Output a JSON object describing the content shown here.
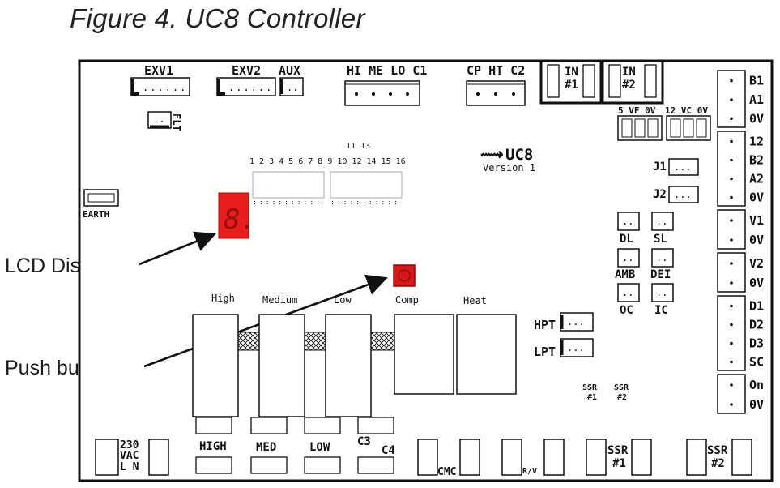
{
  "figure_title": "Figure 4. UC8 Controller",
  "callouts": {
    "lcd": "LCD Display",
    "push": "Push button"
  },
  "board": {
    "exv1": "EXV1",
    "exv2": "EXV2",
    "aux": "AUX",
    "flt": "FLT",
    "fan_hdr": "HI ME LO C1",
    "cp_hdr": "CP HT C2",
    "in1_a": "IN",
    "in1_b": "#1",
    "in2_a": "IN",
    "in2_b": "#2",
    "pwr5": "5 VF 0V",
    "pwr12": "12 VC 0V",
    "logo_name": "UC8",
    "logo_version": "Version 1",
    "earth": "EARTH",
    "dip_top": "11 13",
    "dip_nums": "1 2 3 4 5 6 7 8 9 10 12 14 15 16",
    "lcd_char": "8.",
    "j1": "J1",
    "j2": "J2",
    "dl": "DL",
    "sl": "SL",
    "amb": "AMB",
    "dei": "DEI",
    "oc": "OC",
    "ic": "IC",
    "hpt": "HPT",
    "lpt": "LPT",
    "relays": [
      "High",
      "Medium",
      "Low",
      "Comp",
      "Heat"
    ],
    "ssr1": "SSR #1",
    "ssr2": "SSR #2",
    "right_terms": [
      [
        "B1",
        "A1",
        "0V"
      ],
      [
        "12",
        "B2",
        "A2",
        "0V"
      ],
      [
        "V1",
        "0V"
      ],
      [
        "V2",
        "0V"
      ],
      [
        "D1",
        "D2",
        "D3",
        "SC"
      ],
      [
        "On",
        "0V"
      ]
    ],
    "bottom": {
      "vac_a": "230",
      "vac_b": "VAC",
      "vac_c": "L  N",
      "high": "HIGH",
      "med": "MED",
      "low": "LOW",
      "c3": "C3",
      "c4": "C4",
      "cmc": "CMC",
      "rv": "R/V",
      "ssr1_a": "SSR",
      "ssr1_b": "#1",
      "ssr2_a": "SSR",
      "ssr2_b": "#2"
    }
  },
  "colors": {
    "lcd": "#e81e1e",
    "button": "#d61818",
    "line": "#111111"
  }
}
